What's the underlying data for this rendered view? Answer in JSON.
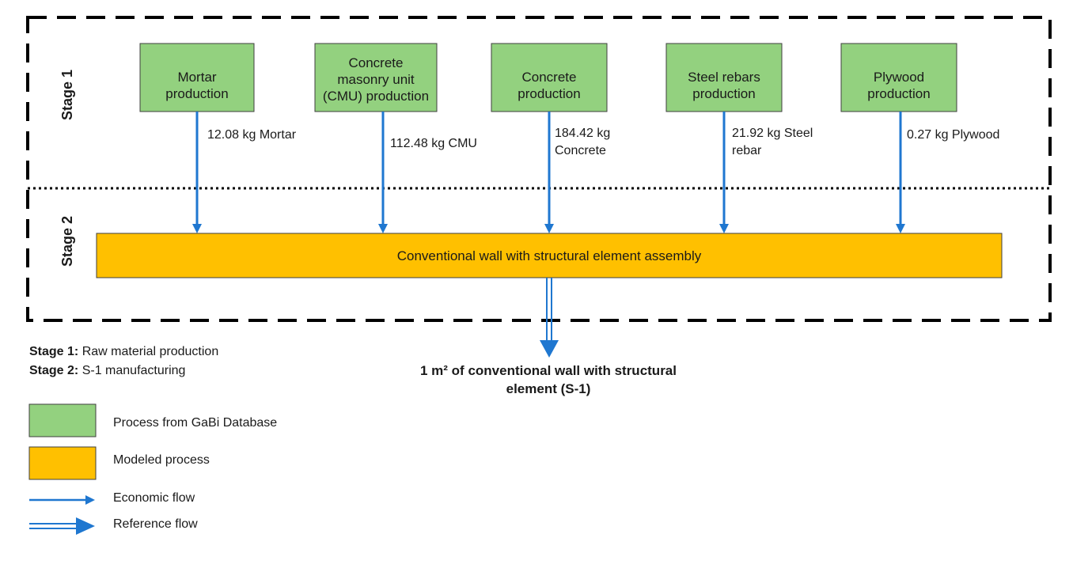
{
  "colors": {
    "process_fill": "#93d17f",
    "process_stroke": "#3f3f3f",
    "modeled_fill": "#ffc000",
    "arrow": "#1f77d0",
    "border": "#000000"
  },
  "stages": [
    {
      "label": "Stage 1"
    },
    {
      "label": "Stage 2"
    }
  ],
  "processes": [
    {
      "label_lines": [
        "Mortar",
        "production"
      ],
      "flow_lines": [
        "12.08 kg Mortar"
      ]
    },
    {
      "label_lines": [
        "Concrete",
        "masonry unit",
        "(CMU) production"
      ],
      "flow_lines": [
        "112.48 kg CMU"
      ]
    },
    {
      "label_lines": [
        "Concrete",
        "production"
      ],
      "flow_lines": [
        "184.42 kg",
        "Concrete"
      ]
    },
    {
      "label_lines": [
        "Steel rebars",
        "production"
      ],
      "flow_lines": [
        "21.92 kg Steel",
        "rebar"
      ]
    },
    {
      "label_lines": [
        "Plywood",
        "production"
      ],
      "flow_lines": [
        "0.27 kg Plywood"
      ]
    }
  ],
  "assembly": {
    "label": "Conventional wall with structural element assembly"
  },
  "output": {
    "line1": "1 m² of conventional wall with structural",
    "line2": "element  (S-1)"
  },
  "stage_legend": [
    {
      "key": "Stage 1:",
      "value": " Raw material production"
    },
    {
      "key": "Stage 2:",
      "value": " S-1 manufacturing"
    }
  ],
  "legend": {
    "process_database": "Process from GaBi Database",
    "modeled_process": "Modeled process",
    "economic_flow": "Economic flow",
    "reference_flow": "Reference flow"
  }
}
